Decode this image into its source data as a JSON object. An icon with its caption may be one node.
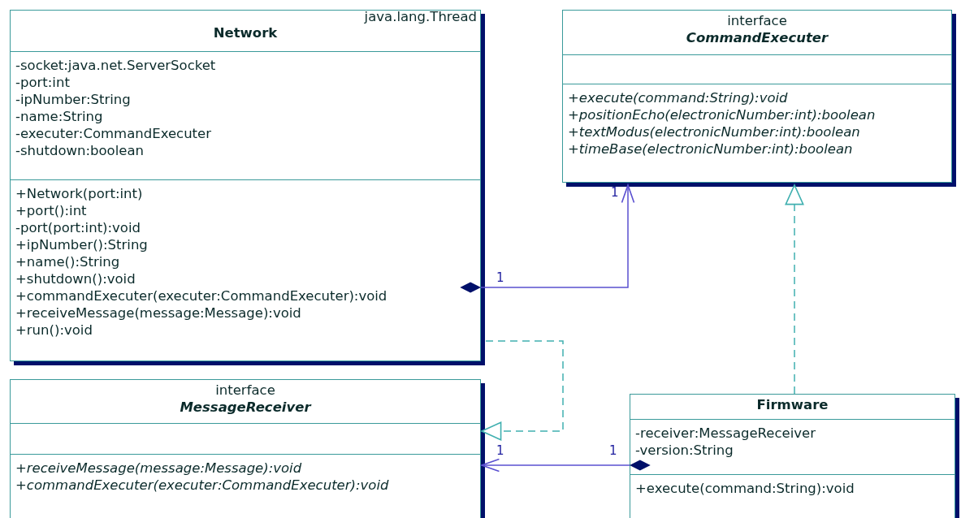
{
  "diagram": {
    "nodes": [
      {
        "text": [
          "java.lang.Thread",
          "Network",
          "-socket:java.net.ServerSocket",
          "-port:int",
          "-ipNumber:String",
          "-name:String",
          "-executer:CommandExecuter",
          "-shutdown:boolean",
          "+Network(port:int)",
          "+port():int",
          "-port(port:int):void",
          "+ipNumber():String",
          "+name():String",
          "+shutdown():void",
          "+commandExecuter(executer:CommandExecuter):void",
          "+receiveMessage(message:Message):void",
          "+run():void"
        ]
      },
      {
        "text": [
          "interface",
          "CommandExecuter",
          "+execute(command:String):void",
          "+positionEcho(electronicNumber:int):boolean",
          "+textModus(electronicNumber:int):boolean",
          "+timeBase(electronicNumber:int):boolean"
        ]
      },
      {
        "text": [
          "interface",
          "MessageReceiver",
          "+receiveMessage(message:Message):void",
          "+commandExecuter(executer:CommandExecuter):void"
        ]
      },
      {
        "text": [
          "Firmware",
          "-receiver:MessageReceiver",
          "-version:String",
          "+execute(command:String):void"
        ]
      }
    ],
    "edges": [
      {
        "from": 0,
        "to": 1,
        "arrow": "to"
      },
      {
        "from": 0,
        "to": 2,
        "arrow": "to",
        "style": "dashed",
        "color": "#40b0b0"
      },
      {
        "from": 3,
        "to": 1,
        "arrow": "to",
        "style": "dashed",
        "color": "#40b0b0"
      },
      {
        "from": 3,
        "to": 2,
        "arrow": "to"
      }
    ],
    "labels": [
      "1",
      "1",
      "1",
      "1"
    ]
  }
}
